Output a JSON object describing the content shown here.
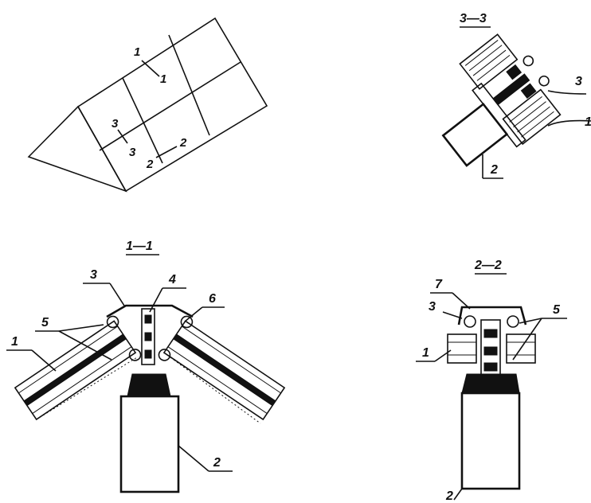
{
  "sections": {
    "sec11": "1—1",
    "sec22": "2—2",
    "sec33": "3—3"
  },
  "overview": {
    "cut1_a": "1",
    "cut1_b": "1",
    "cut2_a": "2",
    "cut2_b": "2",
    "cut3_a": "3",
    "cut3_b": "3"
  },
  "detail33": {
    "l3": "3",
    "l1": "1",
    "l2": "2"
  },
  "detail11": {
    "l1": "1",
    "l2": "2",
    "l3": "3",
    "l4": "4",
    "l5": "5",
    "l6": "6"
  },
  "detail22": {
    "l1": "1",
    "l2": "2",
    "l3": "3",
    "l5": "5",
    "l7": "7"
  }
}
